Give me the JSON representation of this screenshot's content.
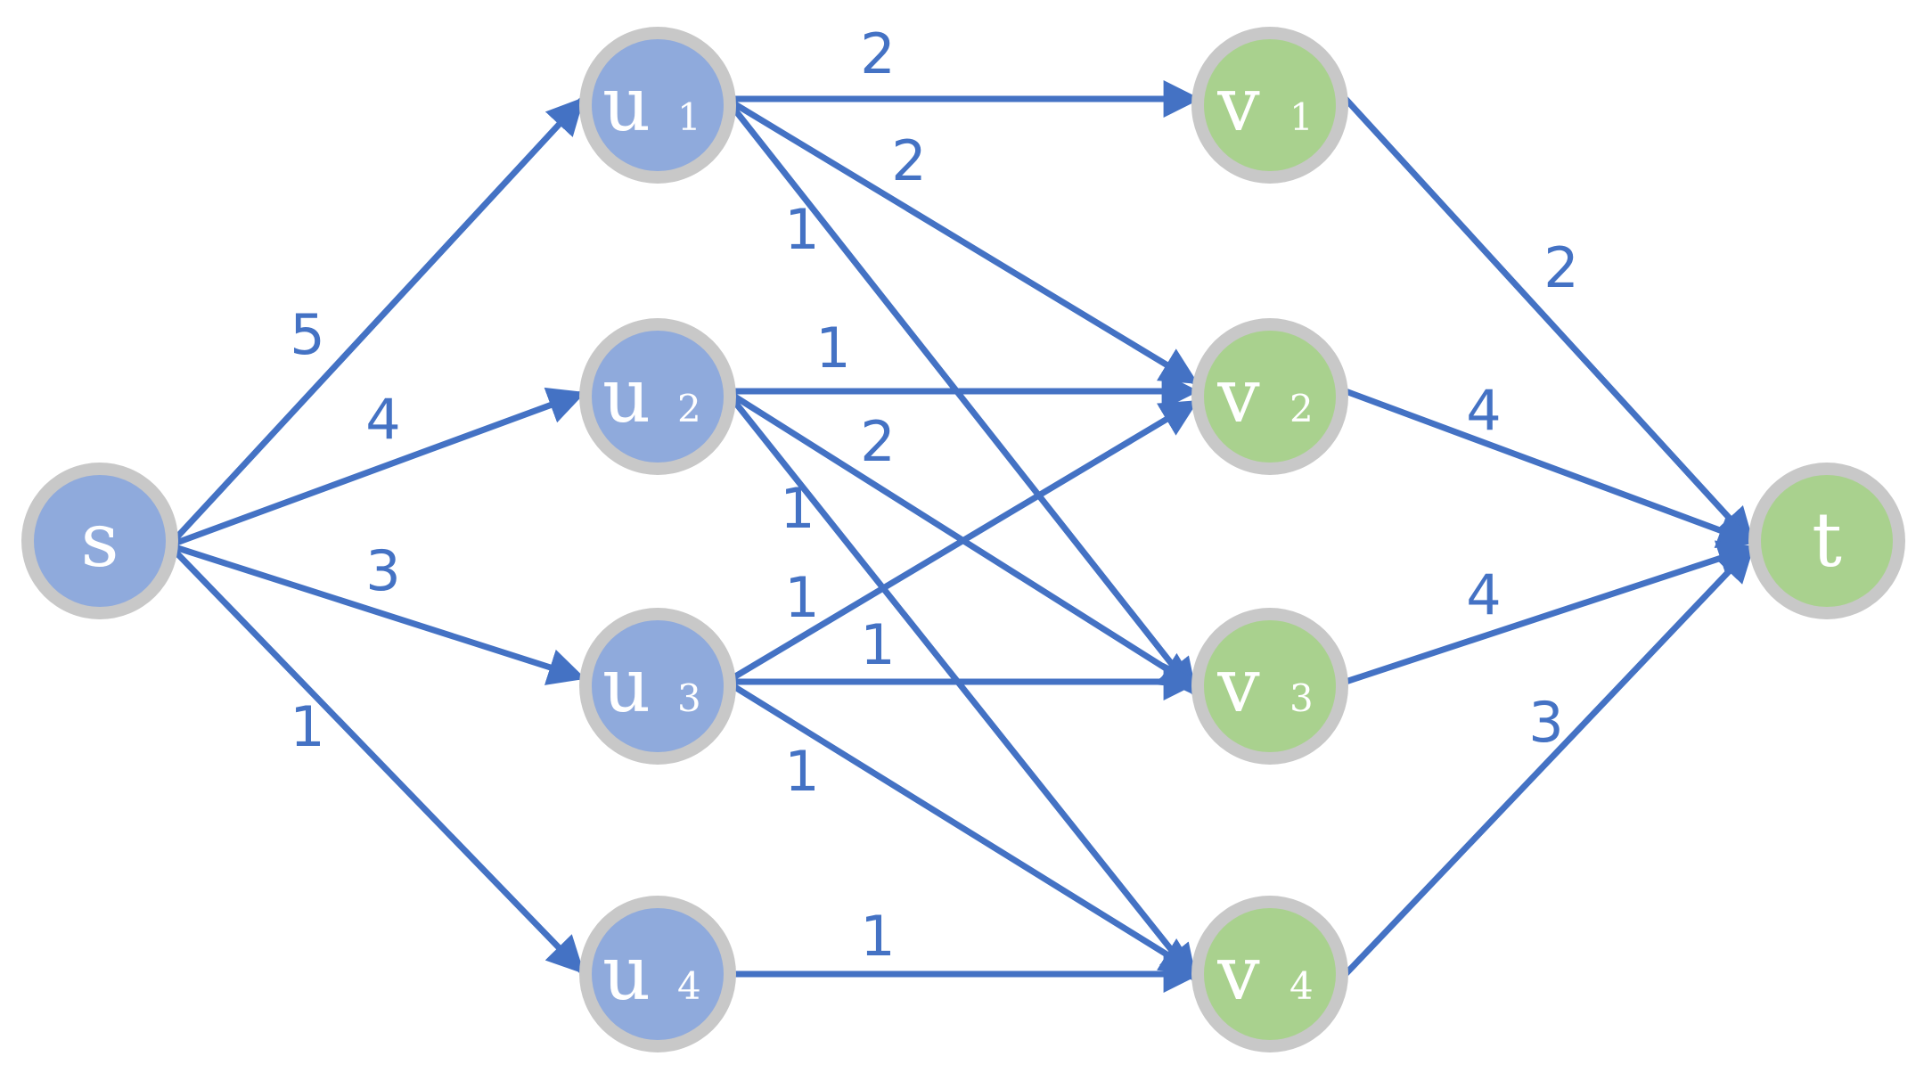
{
  "colors": {
    "edge": "#4472C4",
    "u_fill": "#8FAADC",
    "v_fill": "#A9D18E",
    "ring": "#C8C8C8",
    "text": "#FFFFFF"
  },
  "nodes": [
    {
      "id": "s",
      "label": "s",
      "sub": "",
      "group": "u"
    },
    {
      "id": "u1",
      "label": "u",
      "sub": "1",
      "group": "u"
    },
    {
      "id": "u2",
      "label": "u",
      "sub": "2",
      "group": "u"
    },
    {
      "id": "u3",
      "label": "u",
      "sub": "3",
      "group": "u"
    },
    {
      "id": "u4",
      "label": "u",
      "sub": "4",
      "group": "u"
    },
    {
      "id": "v1",
      "label": "v",
      "sub": "1",
      "group": "v"
    },
    {
      "id": "v2",
      "label": "v",
      "sub": "2",
      "group": "v"
    },
    {
      "id": "v3",
      "label": "v",
      "sub": "3",
      "group": "v"
    },
    {
      "id": "v4",
      "label": "v",
      "sub": "4",
      "group": "v"
    },
    {
      "id": "t",
      "label": "t",
      "sub": "",
      "group": "v"
    }
  ],
  "edges": [
    {
      "from": "s",
      "to": "u1",
      "weight": "5"
    },
    {
      "from": "s",
      "to": "u2",
      "weight": "4"
    },
    {
      "from": "s",
      "to": "u3",
      "weight": "3"
    },
    {
      "from": "s",
      "to": "u4",
      "weight": "1"
    },
    {
      "from": "u1",
      "to": "v1",
      "weight": "2"
    },
    {
      "from": "u1",
      "to": "v2",
      "weight": "2"
    },
    {
      "from": "u1",
      "to": "v3",
      "weight": "1"
    },
    {
      "from": "u2",
      "to": "v2",
      "weight": "1"
    },
    {
      "from": "u2",
      "to": "v3",
      "weight": "2"
    },
    {
      "from": "u2",
      "to": "v4",
      "weight": "1"
    },
    {
      "from": "u3",
      "to": "v2",
      "weight": "1"
    },
    {
      "from": "u3",
      "to": "v3",
      "weight": "1"
    },
    {
      "from": "u3",
      "to": "v4",
      "weight": "1"
    },
    {
      "from": "u4",
      "to": "v4",
      "weight": "1"
    },
    {
      "from": "v1",
      "to": "t",
      "weight": "2"
    },
    {
      "from": "v2",
      "to": "t",
      "weight": "4"
    },
    {
      "from": "v3",
      "to": "t",
      "weight": "4"
    },
    {
      "from": "v4",
      "to": "t",
      "weight": "3"
    }
  ]
}
